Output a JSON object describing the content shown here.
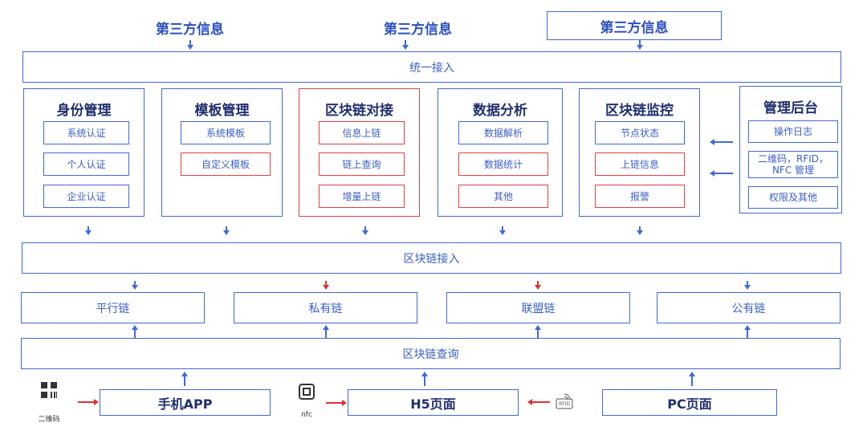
{
  "third_party": [
    "第三方信息",
    "第三方信息",
    "第三方信息"
  ],
  "layers": {
    "unified_access": "统一接入",
    "blockchain_access": "区块链接入",
    "blockchain_query": "区块链查询"
  },
  "modules": [
    {
      "title": "身份管理",
      "items": [
        "系统认证",
        "个人认证",
        "企业认证"
      ]
    },
    {
      "title": "模板管理",
      "items": [
        "系统模板",
        "自定义模板"
      ]
    },
    {
      "title": "区块链对接",
      "items": [
        "信息上链",
        "链上查询",
        "增量上链"
      ]
    },
    {
      "title": "数据分析",
      "items": [
        "数据解析",
        "数据统计",
        "其他"
      ]
    },
    {
      "title": "区块链监控",
      "items": [
        "节点状态",
        "上链信息",
        "报警"
      ]
    },
    {
      "title": "管理后台",
      "items": [
        "操作日志",
        "二维码，RFID，NFC 管理",
        "权限及其他"
      ]
    }
  ],
  "chains": [
    "平行链",
    "私有链",
    "联盟链",
    "公有链"
  ],
  "clients": [
    "手机APP",
    "H5页面",
    "PC页面"
  ],
  "icons": {
    "qr_caption": "二维码",
    "nfc_caption": "nfc",
    "rfid_caption": "RFID"
  },
  "colors": {
    "accent": "#4169d6",
    "highlight": "#e04040",
    "title": "#1f2f6e"
  }
}
